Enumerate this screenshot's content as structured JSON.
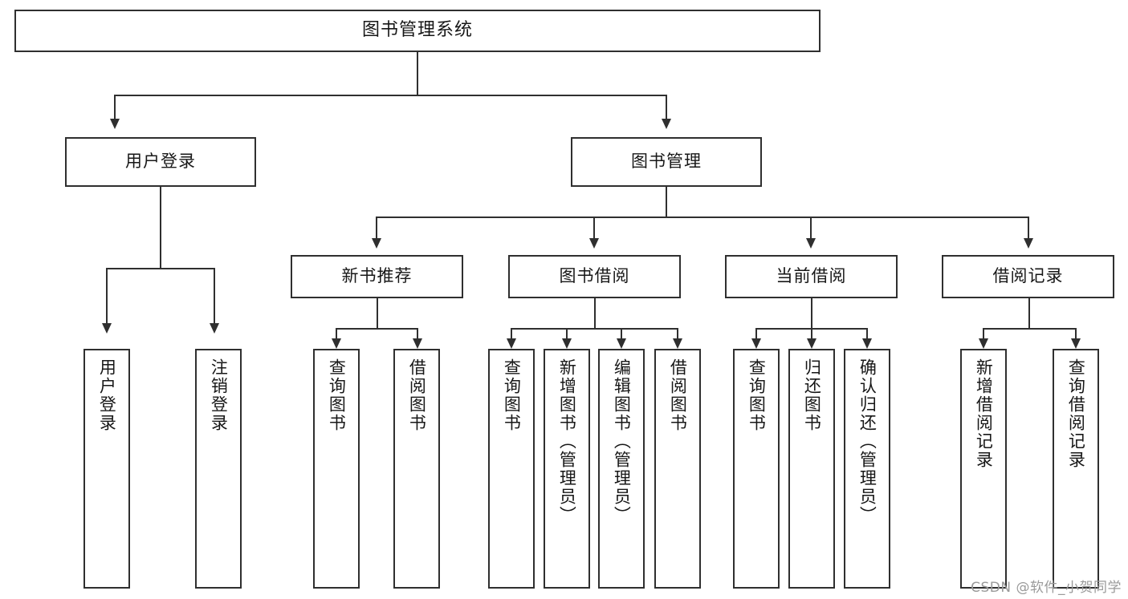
{
  "diagram": {
    "title": "图书管理系统",
    "type": "tree",
    "root": {
      "id": "root",
      "label": "图书管理系统"
    },
    "level2": [
      {
        "id": "user-login",
        "label": "用户登录"
      },
      {
        "id": "book-management",
        "label": "图书管理"
      }
    ],
    "level3": [
      {
        "id": "new-book-recommend",
        "label": "新书推荐",
        "parent": "book-management"
      },
      {
        "id": "book-borrow",
        "label": "图书借阅",
        "parent": "book-management"
      },
      {
        "id": "current-borrow",
        "label": "当前借阅",
        "parent": "book-management"
      },
      {
        "id": "borrow-record",
        "label": "借阅记录",
        "parent": "book-management"
      }
    ],
    "leaves": [
      {
        "id": "leaf-user-login",
        "label": "用户登录",
        "parent": "user-login"
      },
      {
        "id": "leaf-user-logout",
        "label": "注销登录",
        "parent": "user-login"
      },
      {
        "id": "leaf-query-book-1",
        "label": "查询图书",
        "parent": "new-book-recommend"
      },
      {
        "id": "leaf-borrow-book-1",
        "label": "借阅图书",
        "parent": "new-book-recommend"
      },
      {
        "id": "leaf-query-book-2",
        "label": "查询图书",
        "parent": "book-borrow"
      },
      {
        "id": "leaf-add-book-admin",
        "label": "新增图书（管理员）",
        "parent": "book-borrow"
      },
      {
        "id": "leaf-edit-book-admin",
        "label": "编辑图书（管理员）",
        "parent": "book-borrow"
      },
      {
        "id": "leaf-borrow-book-2",
        "label": "借阅图书",
        "parent": "book-borrow"
      },
      {
        "id": "leaf-query-book-3",
        "label": "查询图书",
        "parent": "current-borrow"
      },
      {
        "id": "leaf-return-book",
        "label": "归还图书",
        "parent": "current-borrow"
      },
      {
        "id": "leaf-confirm-return-admin",
        "label": "确认归还（管理员）",
        "parent": "current-borrow"
      },
      {
        "id": "leaf-add-borrow-record",
        "label": "新增借阅记录",
        "parent": "borrow-record"
      },
      {
        "id": "leaf-query-borrow-record",
        "label": "查询借阅记录",
        "parent": "borrow-record"
      }
    ],
    "colors": {
      "border": "#2f2f2f",
      "background": "#ffffff",
      "text": "#171717",
      "watermark": "#9a9a9a"
    }
  },
  "watermark": {
    "text": "CSDN @软件_小贺同学"
  }
}
